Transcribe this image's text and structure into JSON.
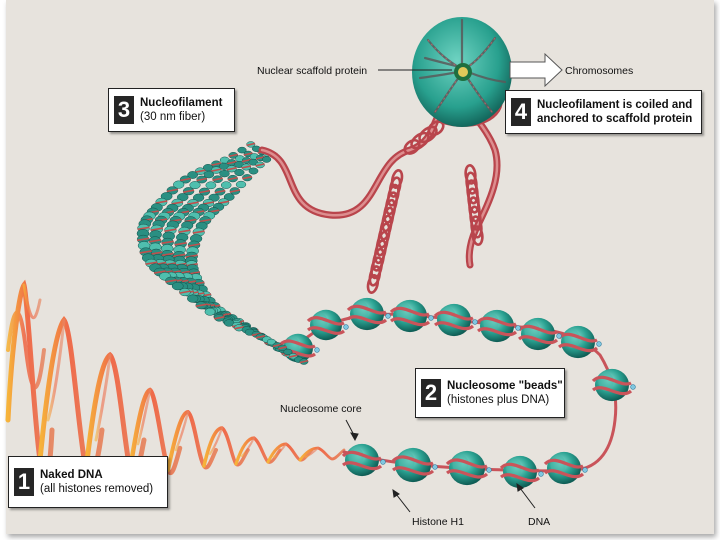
{
  "steps": [
    {
      "number": "1",
      "line1": "Naked DNA",
      "line2": "(all histones removed)"
    },
    {
      "number": "2",
      "line1": "Nucleosome \"beads\"",
      "line2": "(histones plus DNA)"
    },
    {
      "number": "3",
      "line1": "Nucleofilament",
      "line2": "(30 nm fiber)"
    },
    {
      "number": "4",
      "line1": "Nucleofilament is coiled and",
      "line2": "anchored to scaffold protein"
    }
  ],
  "labels": {
    "nuclear_scaffold_protein": "Nuclear scaffold protein",
    "chromosomes": "Chromosomes",
    "nucleosome_core": "Nucleosome core",
    "histone_h1": "Histone H1",
    "dna": "DNA"
  },
  "colors": {
    "background": "#e7e3dd",
    "histone_teal": "#2a9d8f",
    "dna_red": "#c0504d",
    "naked_dna_orange": "#f0a050"
  }
}
